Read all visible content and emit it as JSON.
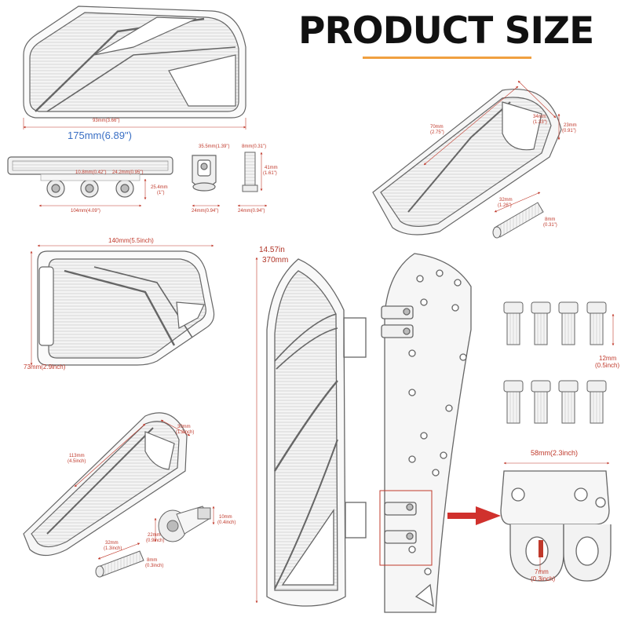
{
  "title": "PRODUCT SIZE",
  "colors": {
    "dimension": "#c0392b",
    "blue_dim": "#3a6fc4",
    "accent": "#f0a040",
    "outline": "#555555"
  },
  "panel_top_left": {
    "width_small": "93mm(3.66\")",
    "width_big": "175mm(6.89\")",
    "bracket_span_a": "10.8mm(0.42\")",
    "bracket_span_b": "24.2mm(0.95\")",
    "bracket_total": "104mm(4.09\")",
    "bracket_height": "25.4mm",
    "bracket_height_in": "(1\")",
    "clevis_top": "35.5mm(1.39\")",
    "clevis_width": "24mm(0.94\")",
    "pin_diam": "8mm(0.31\")",
    "pin_length": "41mm",
    "pin_length_in": "(1.61\")",
    "pin_width": "24mm(0.94\")"
  },
  "panel_top_right": {
    "length": "70mm",
    "length_in": "(2.75\")",
    "width": "34mm",
    "width_in": "(1.33\")",
    "height": "23mm",
    "height_in": "(0.91\")",
    "pin_length": "32mm",
    "pin_length_in": "(1.26\")",
    "pin_diam": "8mm",
    "pin_diam_in": "(0.31\")"
  },
  "panel_mid_left": {
    "width": "140mm(5.5inch)",
    "height": "73mm(2.9inch)"
  },
  "panel_bottom_left": {
    "length": "113mm",
    "length_in": "(4.5inch)",
    "width": "30mm",
    "width_in": "(1.2inch)",
    "pin_length": "32mm",
    "pin_length_in": "(1.3inch)",
    "pin_diam": "8mm",
    "pin_diam_in": "(0.3inch)",
    "knob_diam": "22mm",
    "knob_diam_in": "(0.9inch)",
    "knob_height": "10mm",
    "knob_height_in": "(0.4inch)"
  },
  "panel_board": {
    "length_in": "14.57in",
    "length_mm": "370mm"
  },
  "panel_bolts": {
    "length": "12mm",
    "length_in": "(0.5inch)"
  },
  "panel_bracket": {
    "width": "58mm(2.3inch)",
    "slot": "7mm",
    "slot_in": "(0.3inch)"
  }
}
